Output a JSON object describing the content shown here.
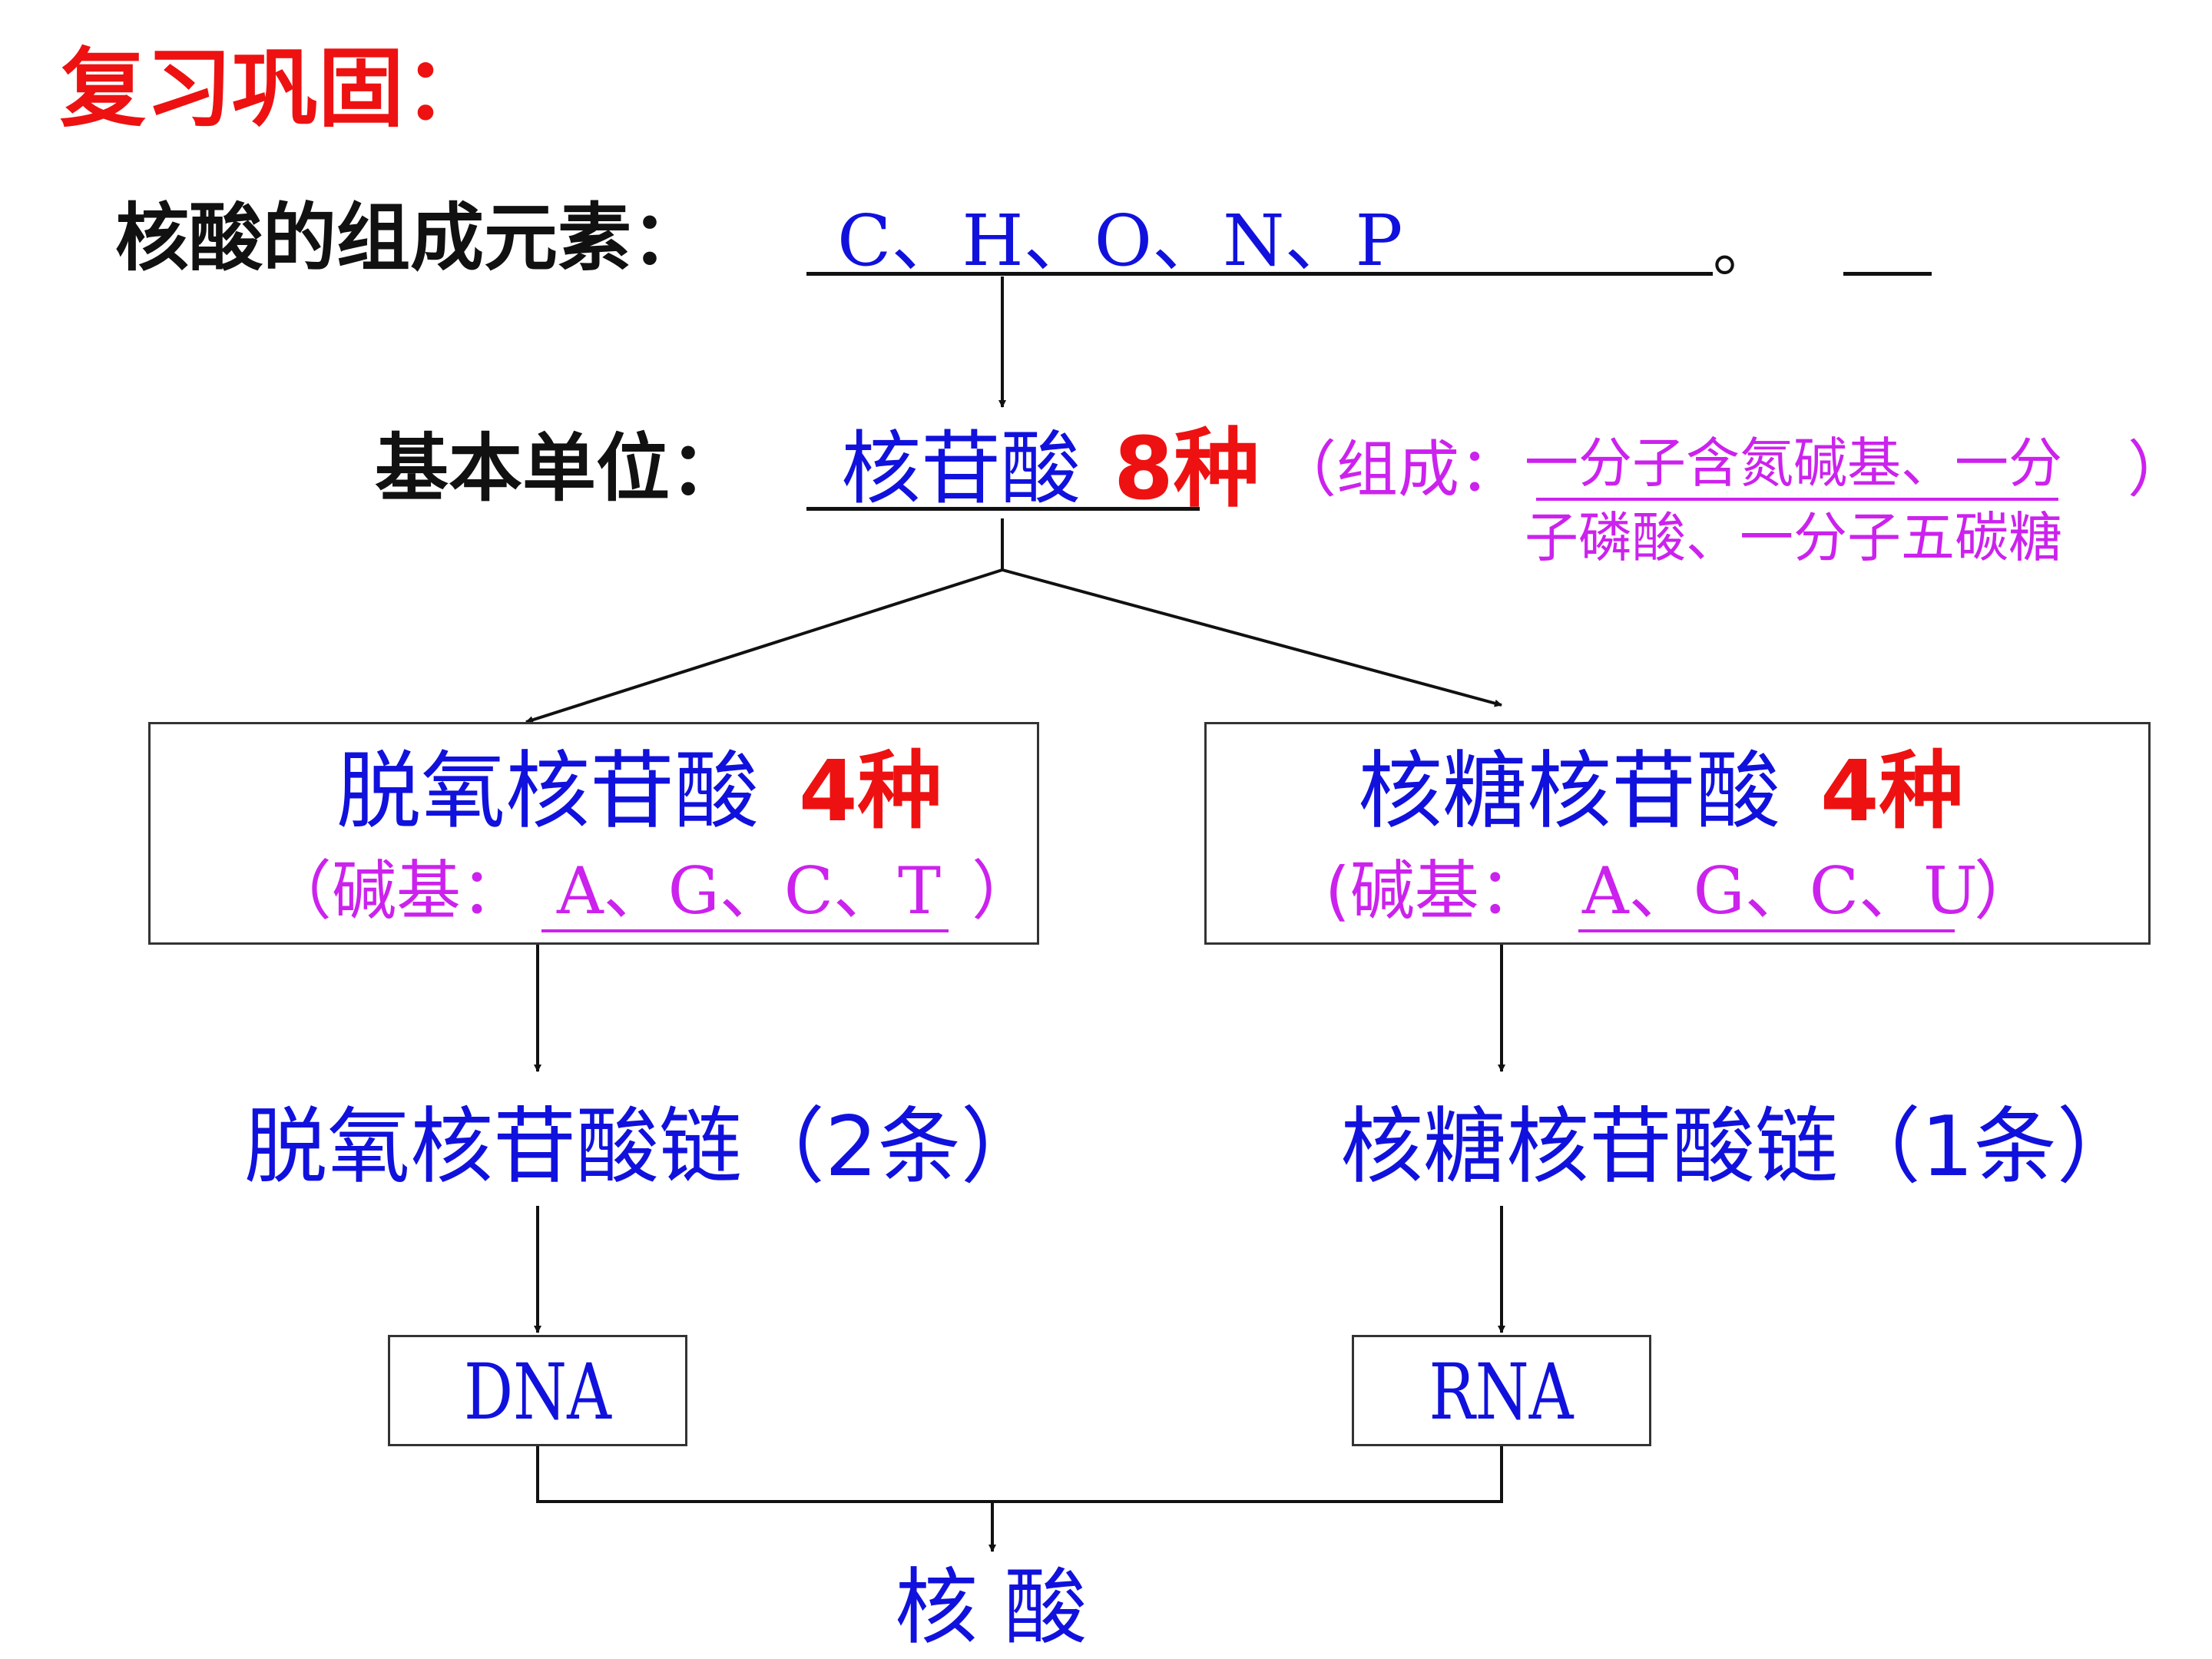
{
  "colors": {
    "title": "#ee1111",
    "black": "#111111",
    "blue": "#1111dd",
    "red": "#ee1111",
    "magenta": "#cc22ee",
    "line": "#111111"
  },
  "title": "复习巩固：",
  "elements": {
    "label": "核酸的组成元素：",
    "answer": "C、H、O、N、P",
    "period": "。"
  },
  "basic_unit": {
    "label": "基本单位：",
    "answer": "核苷酸",
    "count": "8种",
    "composition_open": "（组成：",
    "composition_line1": "一分子含氮碱基、一分",
    "composition_close": "）",
    "composition_line2": "子磷酸、一分子五碳糖"
  },
  "left_box": {
    "name": "脱氧核苷酸",
    "count": "4种",
    "bases_open": "（碱基：",
    "bases": "A、G、C、T",
    "bases_close": "）"
  },
  "right_box": {
    "name": "核糖核苷酸",
    "count": "4种",
    "bases_open": "(碱基：",
    "bases": "A、G、C、U",
    "bases_close": "）"
  },
  "left_chain": "脱氧核苷酸链（2条）",
  "right_chain": "核糖核苷酸链（1条）",
  "dna": "DNA",
  "rna": "RNA",
  "nucleic_acid": "核 酸"
}
